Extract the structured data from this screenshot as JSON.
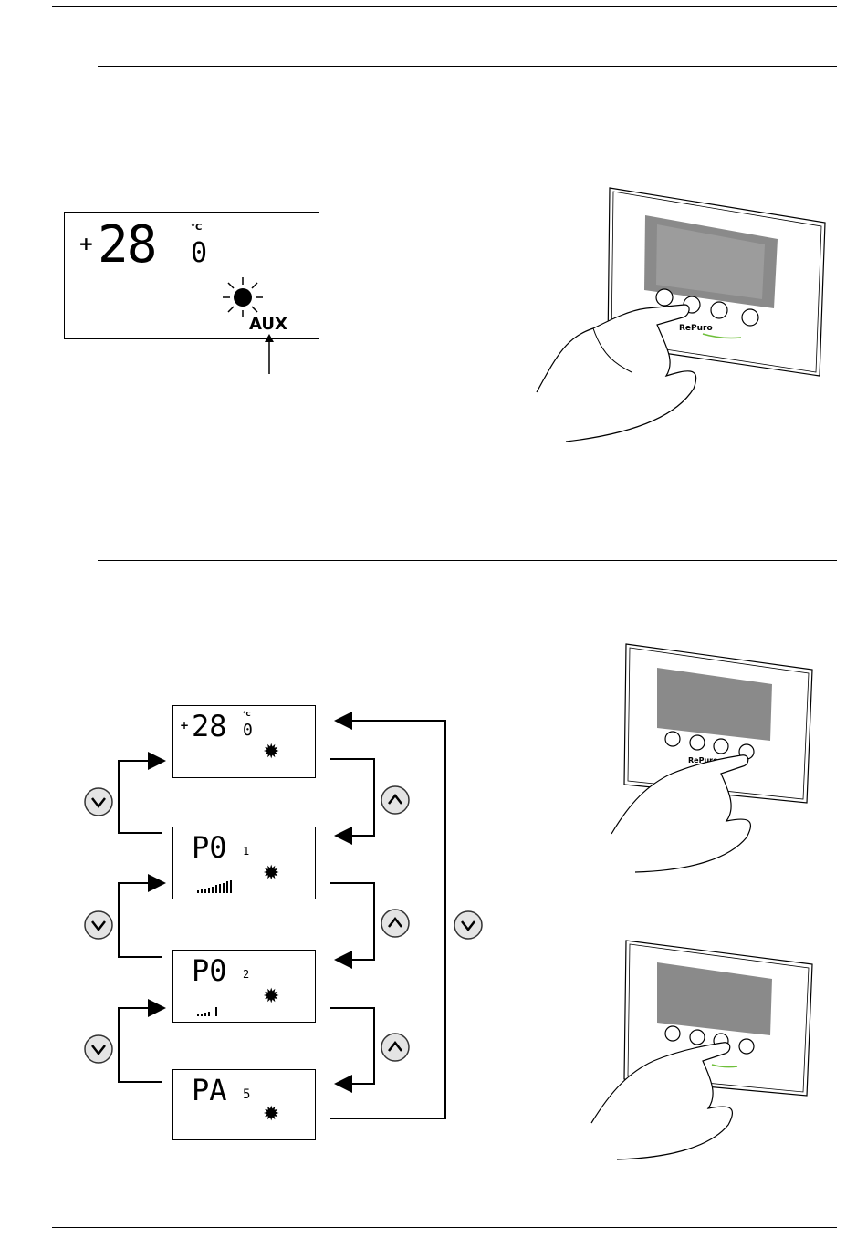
{
  "top_display": {
    "sign": "+",
    "temp_main": "28",
    "temp_decimal": "0",
    "unit": "°C",
    "aux_label": "AUX"
  },
  "device_brand": "RePuro",
  "cycle": {
    "states": [
      {
        "main": "28",
        "sub": "0",
        "sign": "+",
        "unit": "°C",
        "bars": 0
      },
      {
        "main": "P0",
        "sub": "1",
        "sign": "",
        "unit": "",
        "bars": 1
      },
      {
        "main": "P0",
        "sub": "2",
        "sign": "",
        "unit": "",
        "bars": 2
      },
      {
        "main": "PA",
        "sub": "5",
        "sign": "",
        "unit": "",
        "bars": 0
      }
    ]
  },
  "colors": {
    "line": "#000000",
    "button_fill": "#e4e4e4",
    "screen_gray": "#8a8a8a",
    "brand_green": "#6fbf3a"
  },
  "icons": [
    "sun-icon",
    "down-arrow-button-icon",
    "up-arrow-button-icon",
    "power-icon",
    "hand-icon"
  ]
}
